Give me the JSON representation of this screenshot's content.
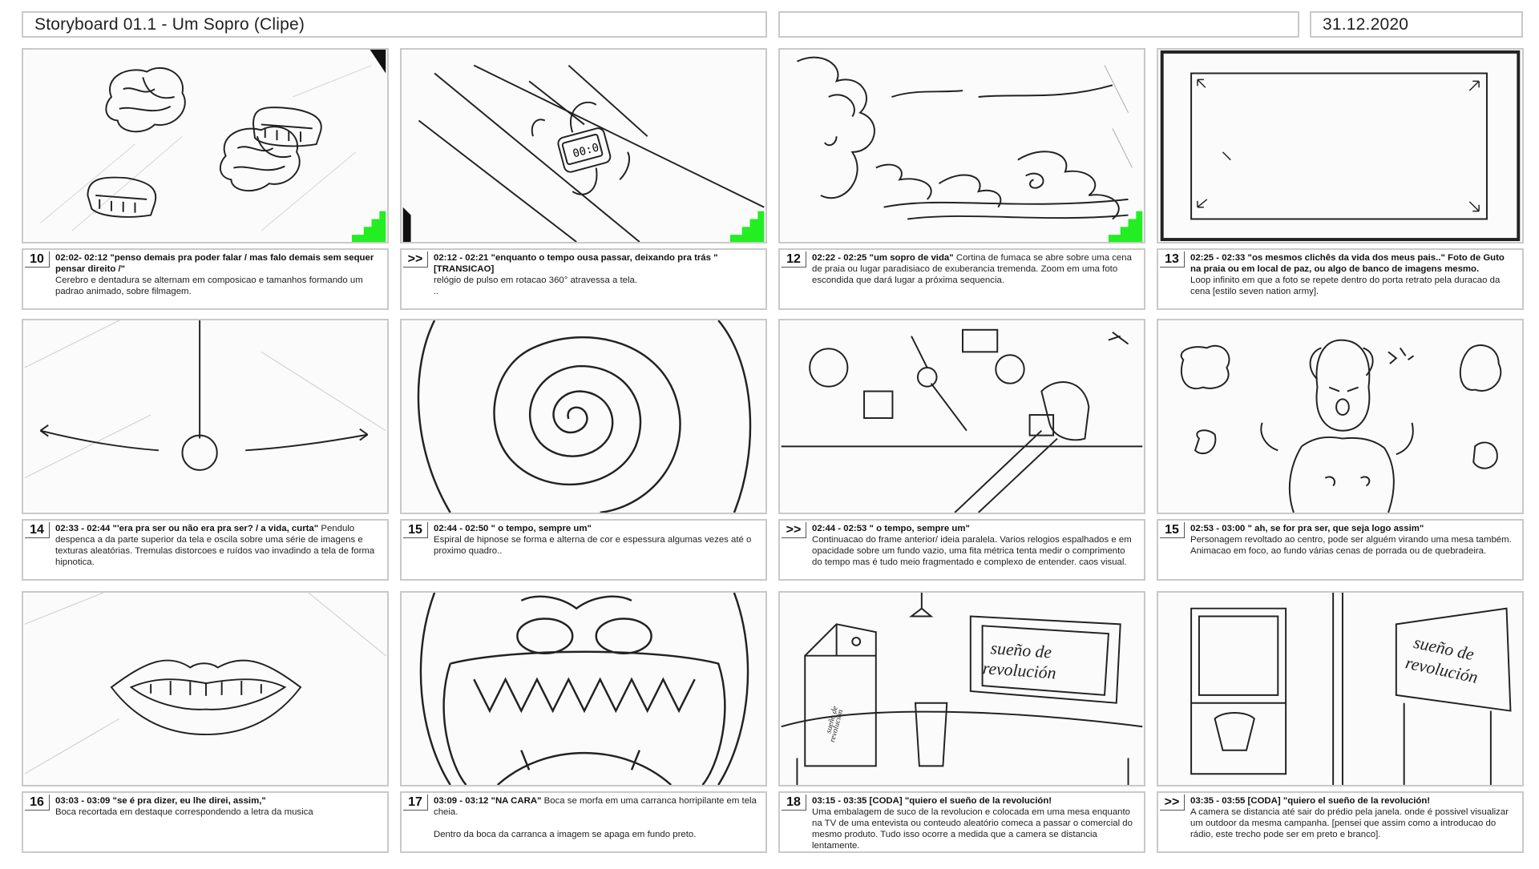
{
  "header": {
    "title": "Storyboard 01.1 - Um Sopro (Clipe)",
    "middle": "",
    "date": "31.12.2020"
  },
  "panels": [
    {
      "num": "10",
      "heading": "02:02- 02:12 \"penso demais pra poder falar / mas falo demais sem sequer pensar direito /\"",
      "desc": "Cerebro e dentadura se alternam em composicao e tamanhos formando um padrao animado, sobre filmagem.",
      "extra": ""
    },
    {
      "num": ">>",
      "heading": "02:12 - 02:21 \"enquanto o tempo ousa passar, deixando pra trás \" [TRANSICAO]",
      "desc": "relógio de pulso em rotacao 360° atravessa a tela.",
      "extra": ".."
    },
    {
      "num": "12",
      "heading": "02:22 - 02:25 \"um sopro de vida\"",
      "desc": "Cortina de fumaca se abre sobre uma cena de praia ou lugar paradisiaco de exuberancia tremenda. Zoom em uma foto escondida que dará lugar a próxima sequencia.",
      "extra": ""
    },
    {
      "num": "13",
      "heading": "02:25 - 02:33 \"os mesmos clichês da vida dos meus pais..\" Foto de Guto na praia ou em local de paz, ou algo de banco de imagens mesmo.",
      "desc": "Loop infinito em que a foto se repete dentro do porta retrato pela duracao da cena [estilo seven nation army].",
      "extra": ""
    },
    {
      "num": "14",
      "heading": "02:33 - 02:44 \"'era pra ser ou não era pra ser? / a vida, curta\"",
      "desc": "Pendulo despenca a da parte superior da tela e oscila sobre uma série de imagens e texturas aleatórias. Tremulas distorcoes e ruídos vao invadindo a tela de forma hipnotica.",
      "extra": ""
    },
    {
      "num": "15",
      "heading": "02:44 - 02:50 \" o tempo, sempre um\"",
      "desc": "Espiral de hipnose se forma e alterna de cor e espessura algumas vezes até o proximo quadro..",
      "extra": ""
    },
    {
      "num": ">>",
      "heading": "02:44 - 02:53 \" o tempo, sempre um\"",
      "desc": "Continuacao do frame anterior/ ideia paralela. Varios relogios espalhados e em opacidade sobre um fundo vazio, uma fita métrica tenta medir o comprimento do tempo mas é tudo meio fragmentado e complexo de entender. caos visual.",
      "extra": ""
    },
    {
      "num": "15",
      "heading": "02:53 - 03:00 \" ah, se for pra ser, que seja logo assim\"",
      "desc": "Personagem revoltado ao centro, pode ser alguém virando uma mesa também. Animacao em foco, ao fundo várias cenas de porrada ou de quebradeira.",
      "extra": ""
    },
    {
      "num": "16",
      "heading": "03:03 - 03:09 \"se é pra dizer, eu lhe direi, assim,\"",
      "desc": "Boca recortada em destaque correspondendo a letra da musica",
      "extra": ""
    },
    {
      "num": "17",
      "heading": "03:09 - 03:12 \"NA CARA\"",
      "desc": "Boca se morfa em uma carranca horripilante em tela cheia.",
      "extra": "Dentro da boca da carranca a imagem se apaga em fundo preto."
    },
    {
      "num": "18",
      "heading": "03:15 - 03:35 [CODA] \"quiero el sueño de la revolución!",
      "desc": "Uma embalagem de suco de la revolucion e colocada em uma mesa enquanto na TV de uma entevista ou conteudo aleatório comeca a passar o comercial do mesmo produto. Tudo isso ocorre a medida que a camera se distancia lentamente.",
      "extra": ""
    },
    {
      "num": ">>",
      "heading": "03:35 - 03:55 [CODA] \"quiero el sueño de la revolución!",
      "desc": "A camera se distancia até sair do prédio pela janela. onde é possivel visualizar um outdoor da mesma campanha. [pensei que assim como a introducao do rádio, este trecho pode ser em preto e branco].",
      "extra": ""
    }
  ],
  "sketch_text": {
    "tv": [
      "sueño de",
      "revolución"
    ],
    "box": [
      "sueño de",
      "revolución"
    ],
    "billboard": [
      "sueño de",
      "revolución"
    ],
    "watch": "00:0"
  }
}
